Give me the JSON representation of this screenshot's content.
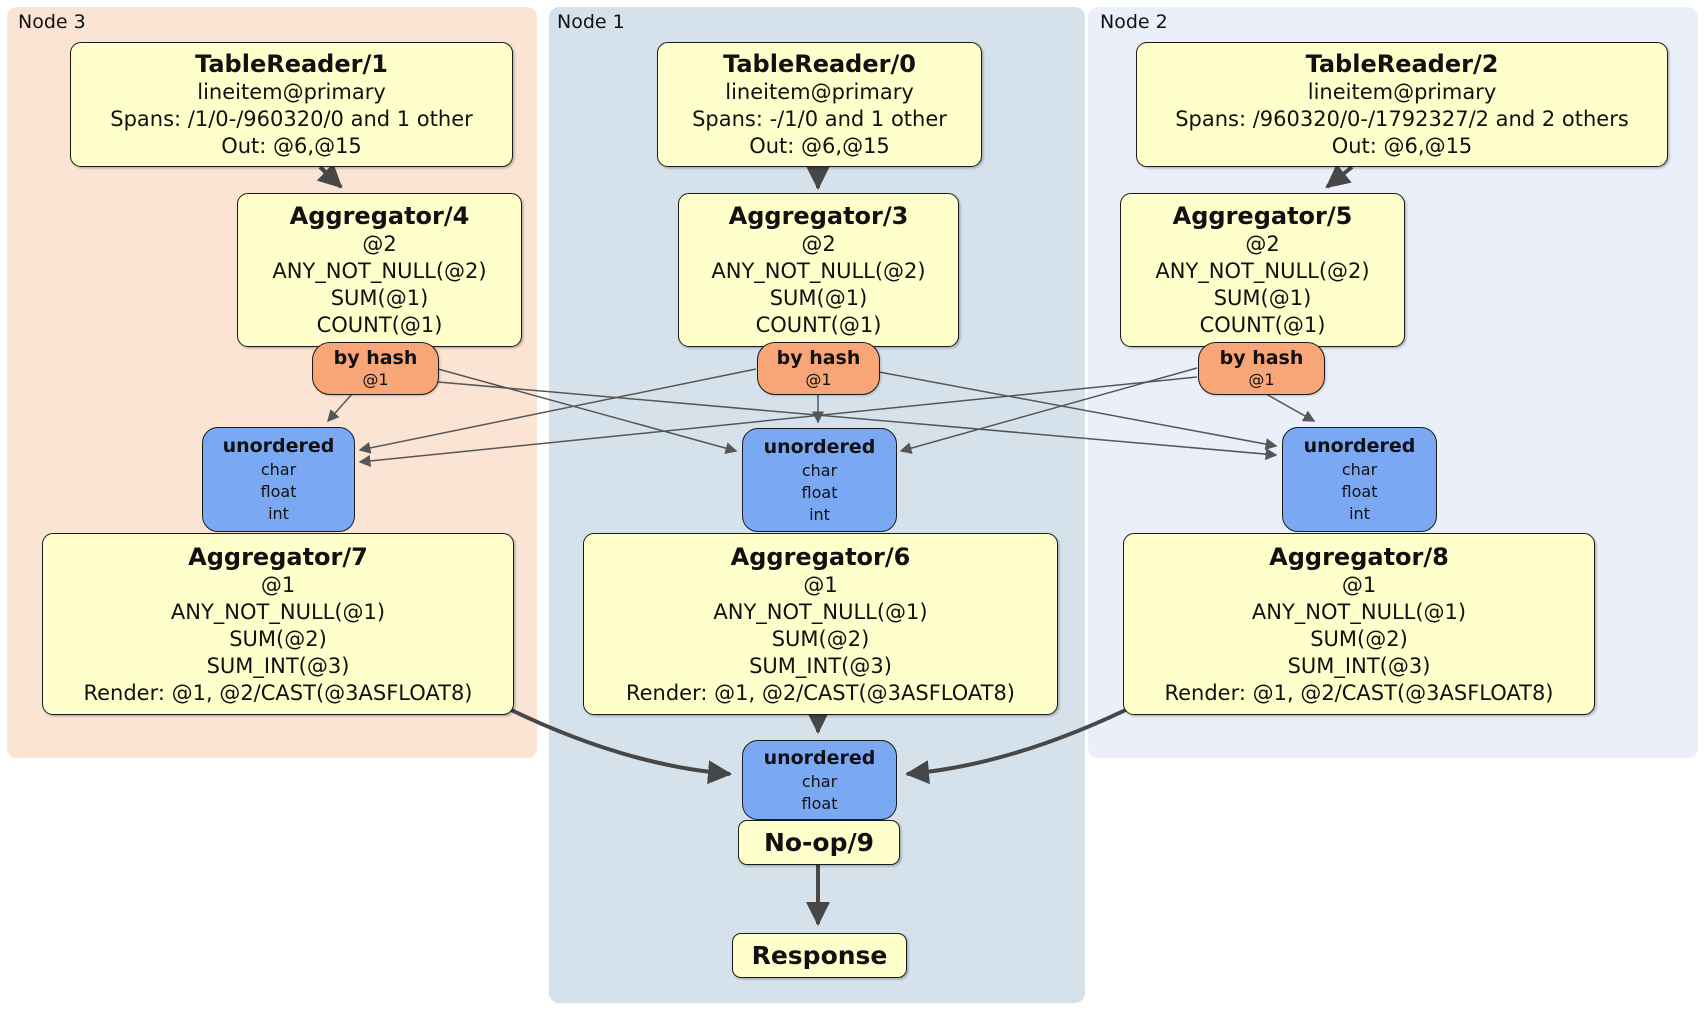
{
  "diagram": {
    "type": "distsql-plan-diagram",
    "colors": {
      "node3_bg": "#fce4d4",
      "node1_bg": "#d5e2eb",
      "node2_bg": "#eaeffa",
      "operator_bg": "#ffffcb",
      "router_bg": "#f8a677",
      "stream_bg": "#7aa8f2",
      "edge_thin": "#565656",
      "edge_thick": "#474747",
      "border": "#1b1b1b"
    }
  },
  "nodes": [
    {
      "label": "Node 3"
    },
    {
      "label": "Node 1"
    },
    {
      "label": "Node 2"
    }
  ],
  "boxes": {
    "tr1": {
      "title": "TableReader/1",
      "lines": [
        "lineitem@primary",
        "Spans: /1/0-/960320/0 and 1 other",
        "Out: @6,@15"
      ]
    },
    "tr0": {
      "title": "TableReader/0",
      "lines": [
        "lineitem@primary",
        "Spans: -/1/0 and 1 other",
        "Out: @6,@15"
      ]
    },
    "tr2": {
      "title": "TableReader/2",
      "lines": [
        "lineitem@primary",
        "Spans: /960320/0-/1792327/2 and 2 others",
        "Out: @6,@15"
      ]
    },
    "agg4": {
      "title": "Aggregator/4",
      "lines": [
        "@2",
        "ANY_NOT_NULL(@2)",
        "SUM(@1)",
        "COUNT(@1)"
      ]
    },
    "agg3": {
      "title": "Aggregator/3",
      "lines": [
        "@2",
        "ANY_NOT_NULL(@2)",
        "SUM(@1)",
        "COUNT(@1)"
      ]
    },
    "agg5": {
      "title": "Aggregator/5",
      "lines": [
        "@2",
        "ANY_NOT_NULL(@2)",
        "SUM(@1)",
        "COUNT(@1)"
      ]
    },
    "agg7": {
      "title": "Aggregator/7",
      "lines": [
        "@1",
        "ANY_NOT_NULL(@1)",
        "SUM(@2)",
        "SUM_INT(@3)",
        "Render: @1, @2/CAST(@3ASFLOAT8)"
      ]
    },
    "agg6": {
      "title": "Aggregator/6",
      "lines": [
        "@1",
        "ANY_NOT_NULL(@1)",
        "SUM(@2)",
        "SUM_INT(@3)",
        "Render: @1, @2/CAST(@3ASFLOAT8)"
      ]
    },
    "agg8": {
      "title": "Aggregator/8",
      "lines": [
        "@1",
        "ANY_NOT_NULL(@1)",
        "SUM(@2)",
        "SUM_INT(@3)",
        "Render: @1, @2/CAST(@3ASFLOAT8)"
      ]
    },
    "router4": {
      "title": "by hash",
      "lines": [
        "@1"
      ]
    },
    "router3": {
      "title": "by hash",
      "lines": [
        "@1"
      ]
    },
    "router5": {
      "title": "by hash",
      "lines": [
        "@1"
      ]
    },
    "stream3": {
      "title": "unordered",
      "lines": [
        "char",
        "float",
        "int"
      ]
    },
    "stream1": {
      "title": "unordered",
      "lines": [
        "char",
        "float",
        "int"
      ]
    },
    "stream2": {
      "title": "unordered",
      "lines": [
        "char",
        "float",
        "int"
      ]
    },
    "streamFinal": {
      "title": "unordered",
      "lines": [
        "char",
        "float"
      ]
    },
    "noop": {
      "title": "No-op/9"
    },
    "response": {
      "title": "Response"
    }
  }
}
